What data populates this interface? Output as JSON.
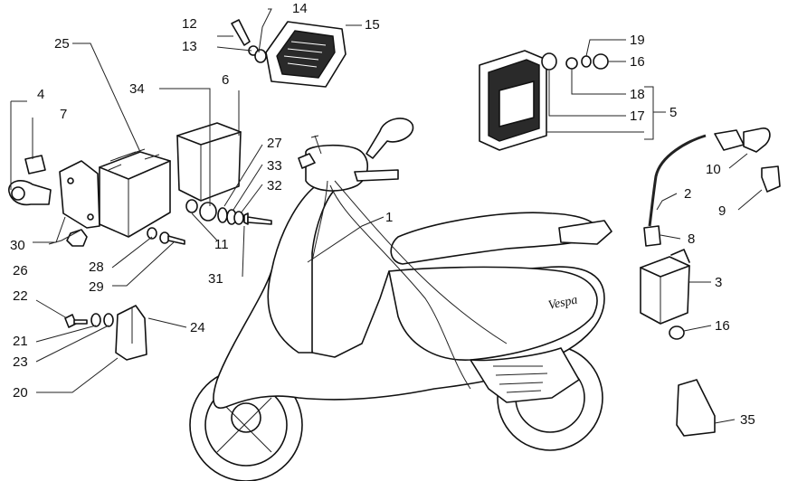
{
  "labels": {
    "l1": "1",
    "l2": "2",
    "l3": "3",
    "l4": "4",
    "l5": "5",
    "l6": "6",
    "l7": "7",
    "l8": "8",
    "l9": "9",
    "l10": "10",
    "l11": "11",
    "l12": "12",
    "l13": "13",
    "l14": "14",
    "l15": "15",
    "l16a": "16",
    "l16b": "16",
    "l17": "17",
    "l18": "18",
    "l19": "19",
    "l20": "20",
    "l21": "21",
    "l22": "22",
    "l23": "23",
    "l24": "24",
    "l25": "25",
    "l26": "26",
    "l27": "27",
    "l28": "28",
    "l29": "29",
    "l30": "30",
    "l31": "31",
    "l32": "32",
    "l33": "33",
    "l34": "34",
    "l35": "35"
  },
  "scooter_badge": "Vespa"
}
